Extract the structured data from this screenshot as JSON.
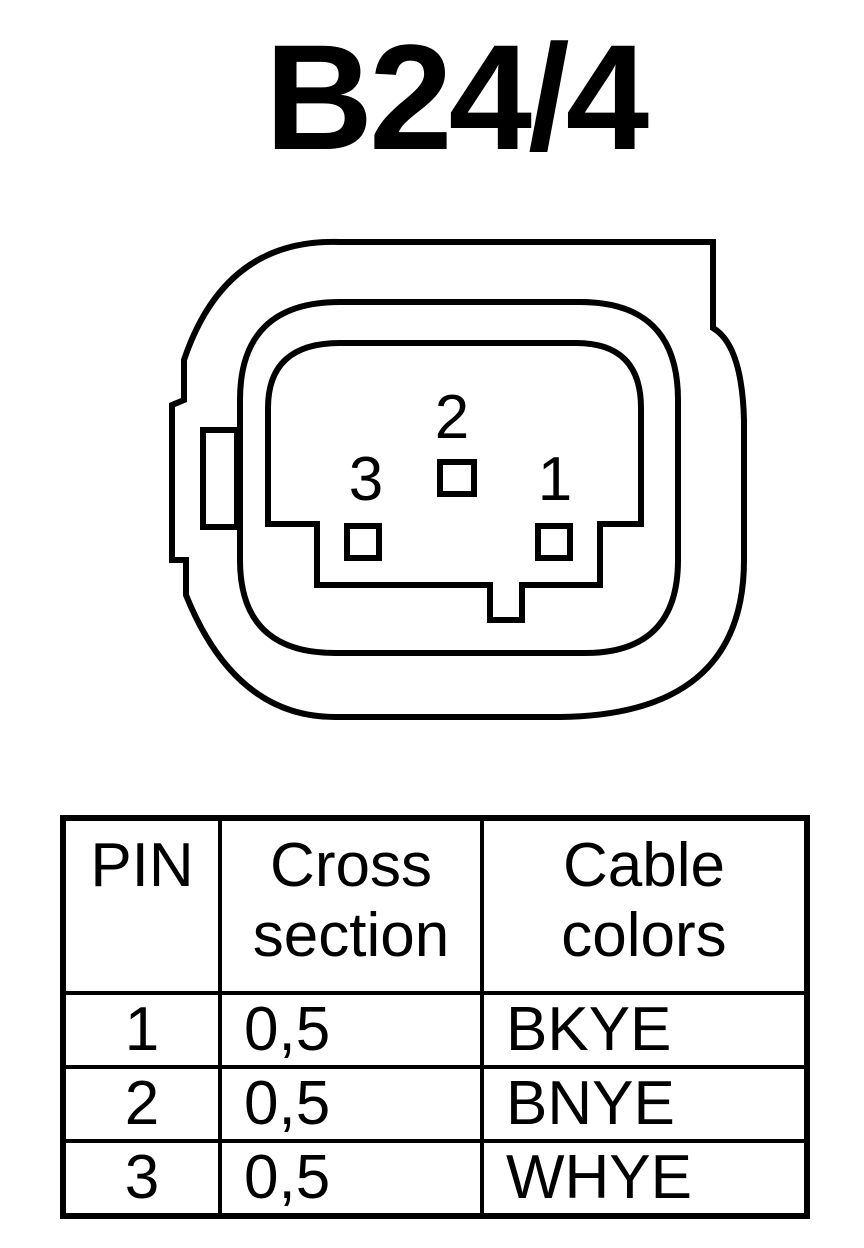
{
  "title": "B24/4",
  "connector": {
    "pins": [
      {
        "label": "1"
      },
      {
        "label": "2"
      },
      {
        "label": "3"
      }
    ]
  },
  "table": {
    "headers": {
      "pin": "PIN",
      "cross_section_line1": "Cross",
      "cross_section_line2": "section",
      "cable_colors_line1": "Cable",
      "cable_colors_line2": "colors"
    },
    "rows": [
      {
        "pin": "1",
        "cross_section": "0,5",
        "color": "BKYE"
      },
      {
        "pin": "2",
        "cross_section": "0,5",
        "color": "BNYE"
      },
      {
        "pin": "3",
        "cross_section": "0,5",
        "color": "WHYE"
      }
    ]
  }
}
